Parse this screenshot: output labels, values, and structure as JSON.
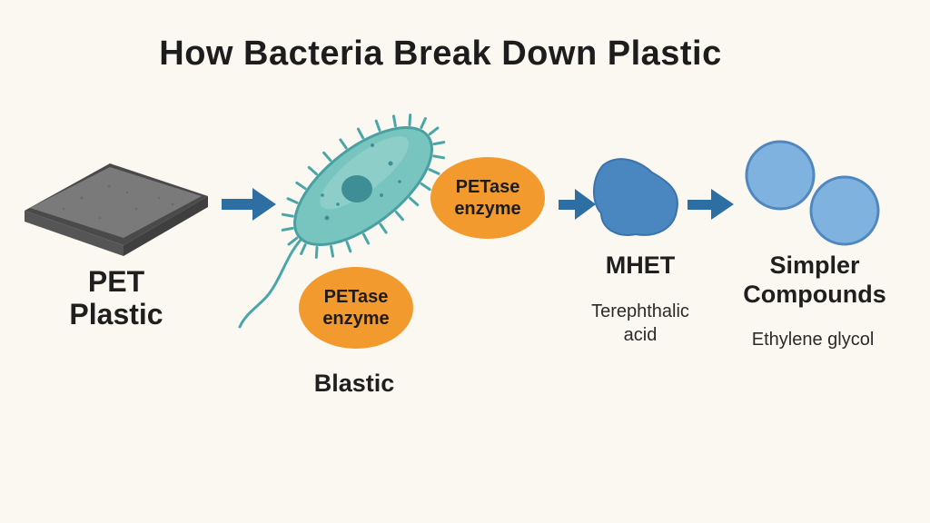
{
  "title": "How Bacteria Break Down Plastic",
  "steps": {
    "pet": {
      "line1": "PET",
      "line2": "Plastic"
    },
    "bacterium": {
      "label": "Blastic"
    },
    "enzyme_right": {
      "line1": "PETase",
      "line2": "enzyme"
    },
    "enzyme_below": {
      "line1": "PETase",
      "line2": "enzyme"
    },
    "mhet": {
      "label": "MHET",
      "sub_line1": "Terephthalic",
      "sub_line2": "acid"
    },
    "compounds": {
      "line1": "Simpler",
      "line2": "Compounds",
      "sub": "Ethylene glycol"
    }
  },
  "colors": {
    "background": "#fbf8f2",
    "arrow": "#2e6fa3",
    "enzyme": "#f29a2e",
    "bacterium": "#78c4be",
    "mhet": "#4a86c0",
    "compounds": "#7fb2df",
    "plastic": "#6f6f6f"
  },
  "icons": [
    "pet-sheet-icon",
    "bacterium-icon",
    "mhet-blob-icon",
    "compound-circle-icon",
    "arrow-right-icon"
  ]
}
